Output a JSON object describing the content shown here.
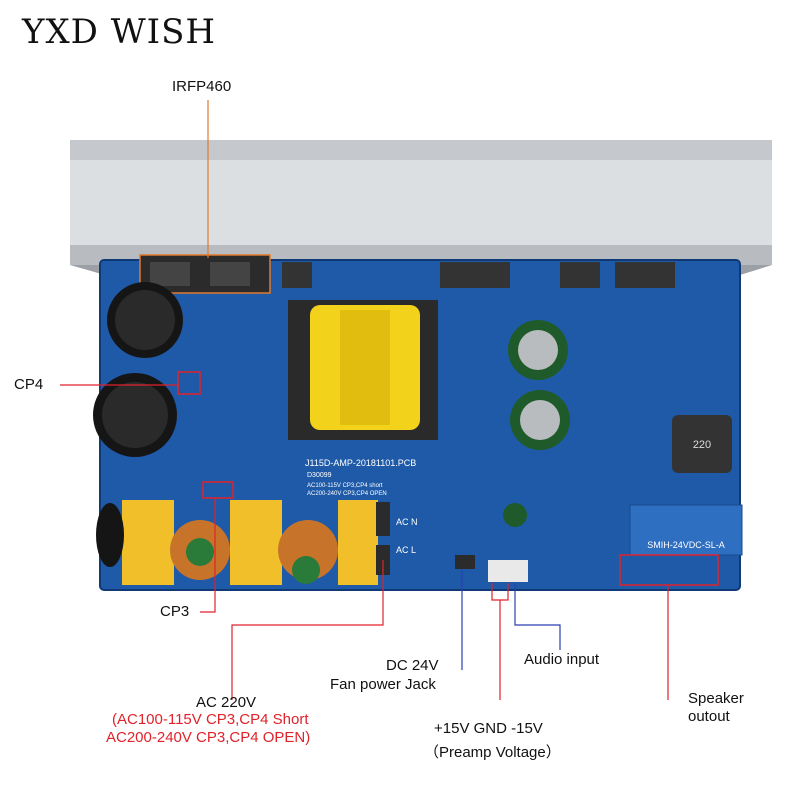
{
  "brand": "YXD WISH",
  "labels": {
    "irfp460": "IRFP460",
    "cp4": "CP4",
    "cp3": "CP3",
    "dc24v": "DC 24V",
    "fan_jack": "Fan power Jack",
    "audio_input": "Audio input",
    "ac220": "AC 220V",
    "ac_note1": "(AC100-115V  CP3,CP4 Short",
    "ac_note2": "AC200-240V  CP3,CP4 OPEN)",
    "preamp_rails": "+15V GND -15V",
    "preamp_voltage": "（Preamp Voltage）",
    "speaker": "Speaker",
    "speaker2": "outout"
  },
  "pcb_text": {
    "model": "J115D-AMP-20181101.PCB",
    "code": "D30099",
    "ac1": "AC100-115V   CP3,CP4 short",
    "ac2": "AC200-240V   CP3,CP4 OPEN",
    "acn": "AC N",
    "acl": "AC L",
    "relay": "SMIH-24VDC-SL-A",
    "inductor": "220"
  },
  "colors": {
    "board": "#1e5aa8",
    "heatsink": "#d9dcdf",
    "leader_orange": "#e07a2c",
    "leader_red": "#e0222a",
    "leader_blue": "#2a3fb0",
    "transformer": "#f2d21a"
  }
}
